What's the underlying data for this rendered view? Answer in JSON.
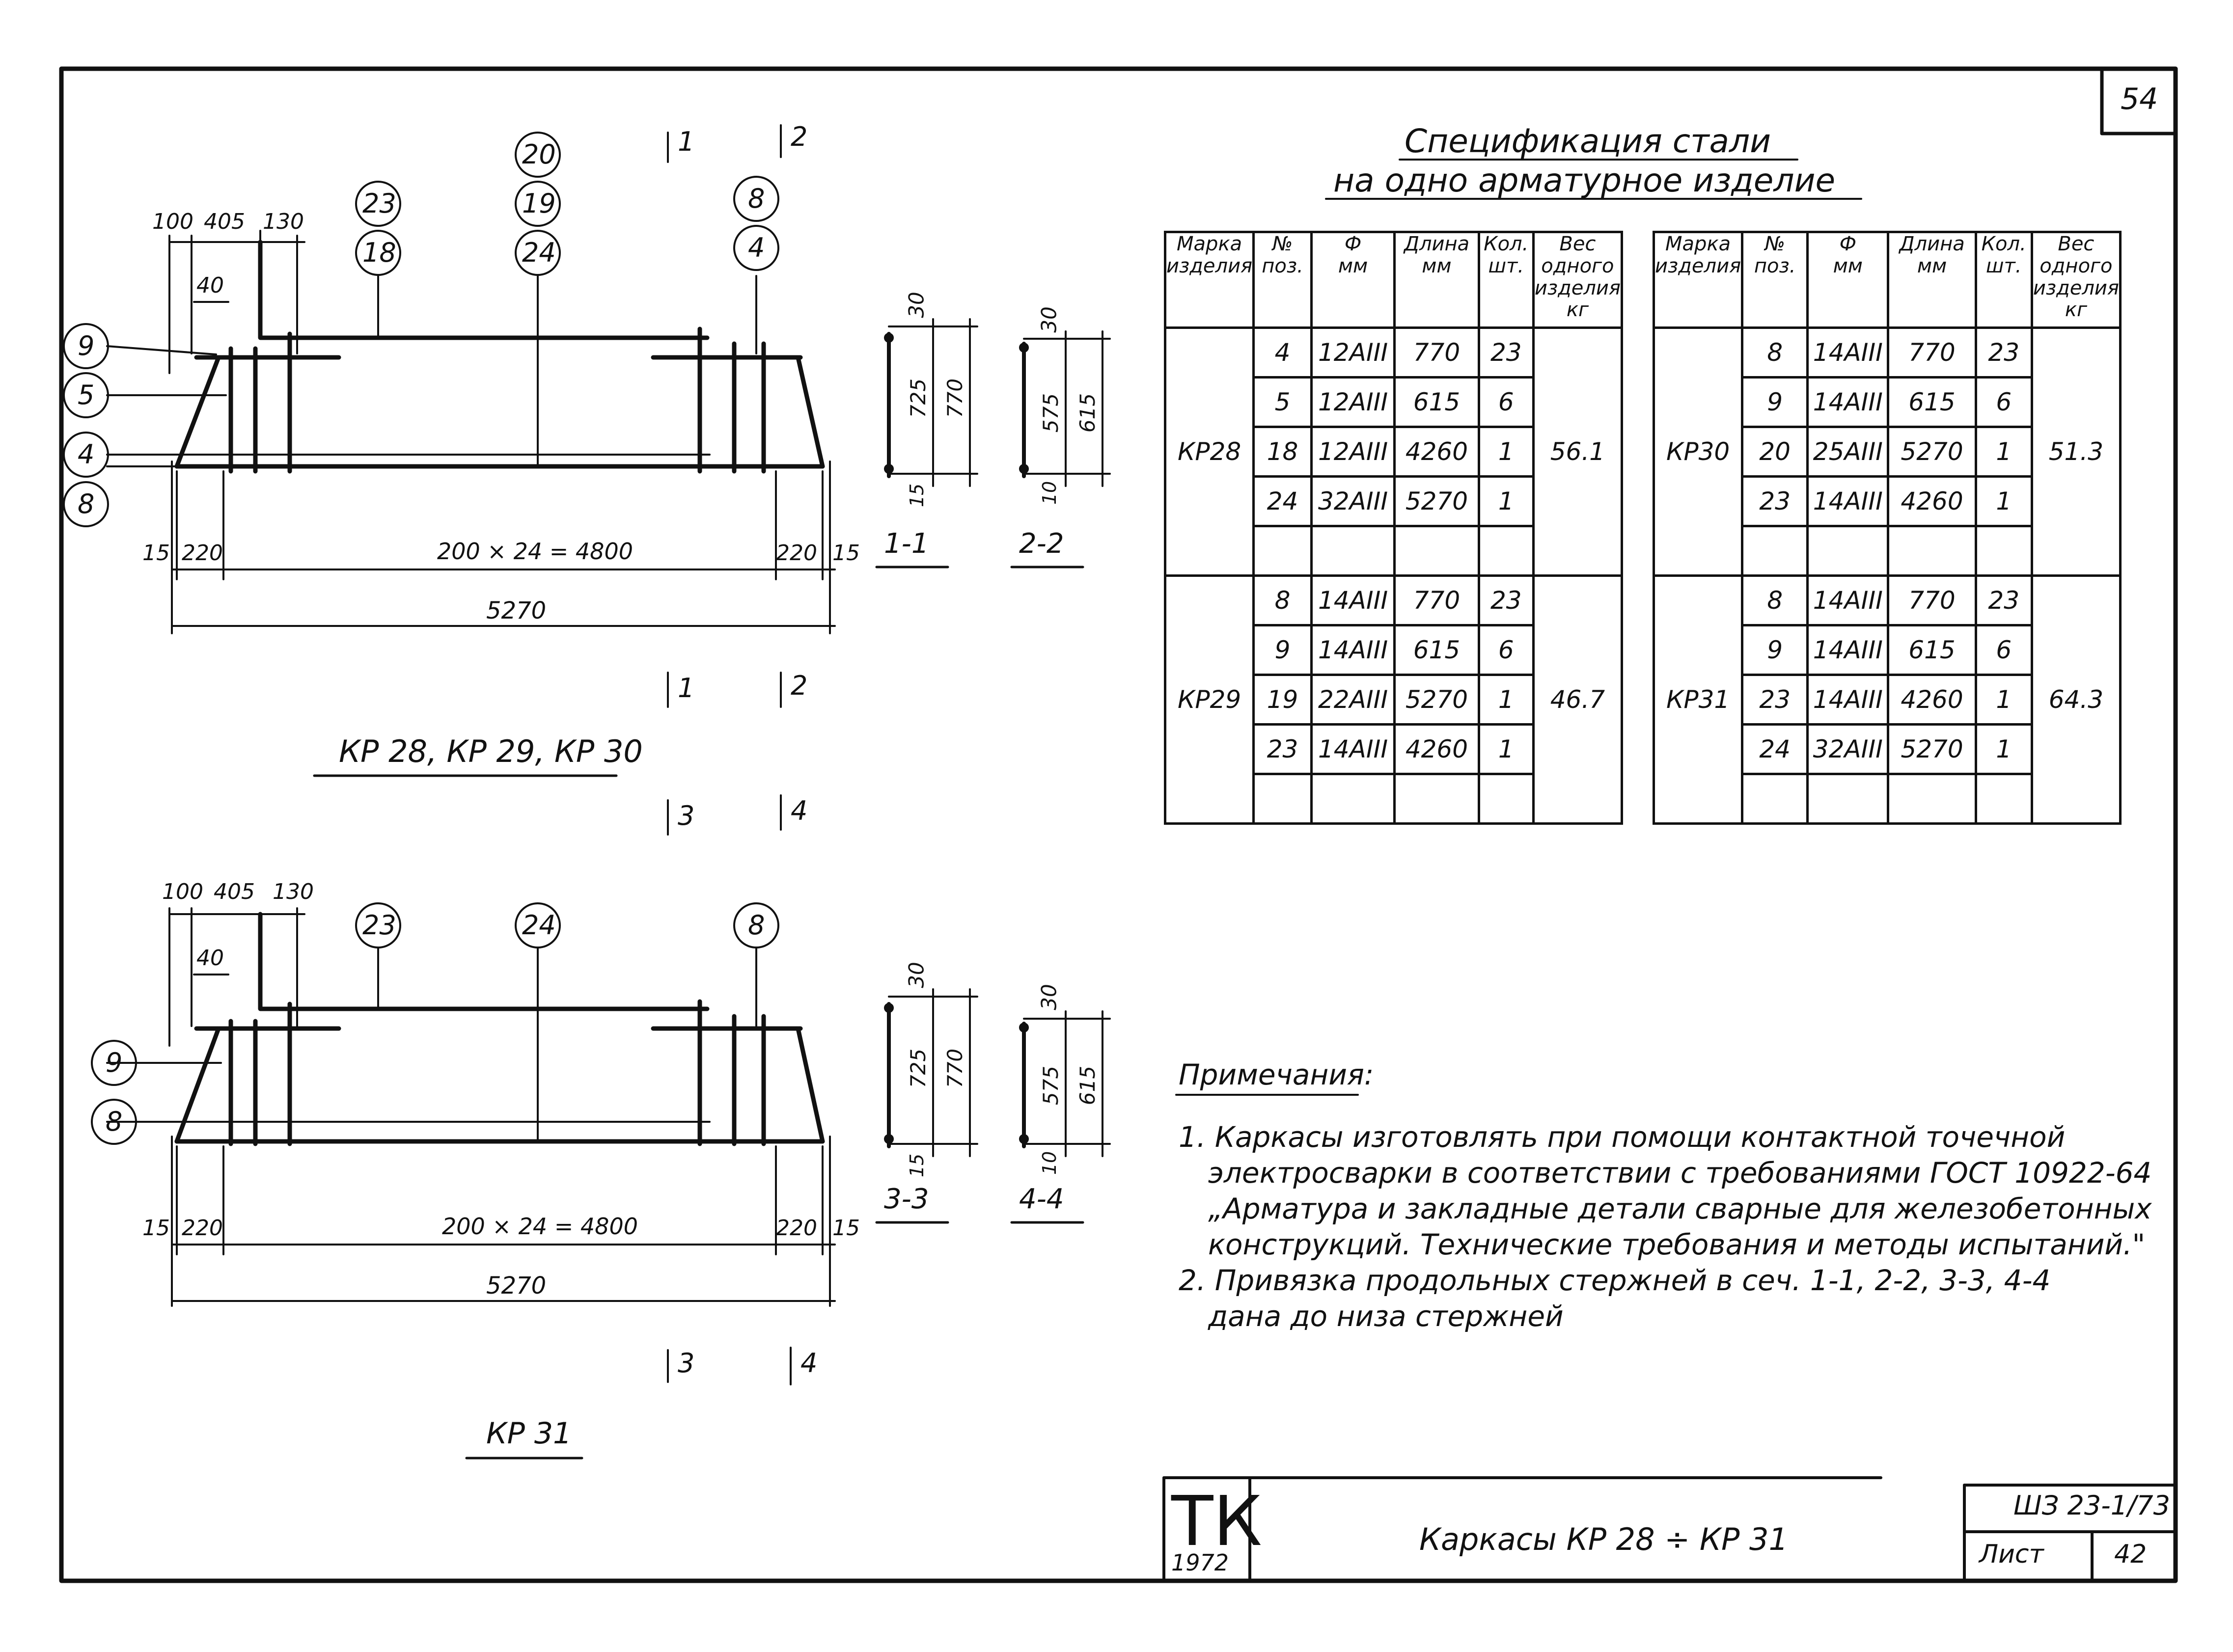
{
  "sheet_number": "54",
  "spec": {
    "title_line1": "Спецификация стали",
    "title_line2": "на одно арматурное изделие",
    "headers": [
      [
        "Марка",
        "изделия"
      ],
      [
        "№",
        "поз."
      ],
      [
        "Ф",
        "мм"
      ],
      [
        "Длина",
        "мм"
      ],
      [
        "Кол.",
        "шт."
      ],
      [
        "Вес",
        "одного",
        "изделия",
        "кг"
      ]
    ],
    "left_groups": [
      {
        "mark": "КР28",
        "weight": "56.1",
        "rows": [
          [
            "4",
            "12АIII",
            "770",
            "23"
          ],
          [
            "5",
            "12АIII",
            "615",
            "6"
          ],
          [
            "18",
            "12АIII",
            "4260",
            "1"
          ],
          [
            "24",
            "32АIII",
            "5270",
            "1"
          ],
          [
            "",
            "",
            "",
            ""
          ]
        ]
      },
      {
        "mark": "КР29",
        "weight": "46.7",
        "rows": [
          [
            "8",
            "14АIII",
            "770",
            "23"
          ],
          [
            "9",
            "14АIII",
            "615",
            "6"
          ],
          [
            "19",
            "22АIII",
            "5270",
            "1"
          ],
          [
            "23",
            "14АIII",
            "4260",
            "1"
          ],
          [
            "",
            "",
            "",
            ""
          ]
        ]
      }
    ],
    "right_groups": [
      {
        "mark": "КР30",
        "weight": "51.3",
        "rows": [
          [
            "8",
            "14АIII",
            "770",
            "23"
          ],
          [
            "9",
            "14АIII",
            "615",
            "6"
          ],
          [
            "20",
            "25АIII",
            "5270",
            "1"
          ],
          [
            "23",
            "14АIII",
            "4260",
            "1"
          ],
          [
            "",
            "",
            "",
            ""
          ]
        ]
      },
      {
        "mark": "КР31",
        "weight": "64.3",
        "rows": [
          [
            "8",
            "14АIII",
            "770",
            "23"
          ],
          [
            "9",
            "14АIII",
            "615",
            "6"
          ],
          [
            "23",
            "14АIII",
            "4260",
            "1"
          ],
          [
            "24",
            "32АIII",
            "5270",
            "1"
          ],
          [
            "",
            "",
            "",
            ""
          ]
        ]
      }
    ]
  },
  "drawing_top": {
    "caption": "КР 28, КР 29, КР 30",
    "dims_top": [
      "100",
      "405",
      "130",
      "40"
    ],
    "dims_bottom": [
      "15",
      "220",
      "200 × 24 = 4800",
      "220",
      "15"
    ],
    "overall": "5270",
    "callouts_left": [
      "9",
      "5",
      "4",
      "8"
    ],
    "callouts_top": [
      [
        "23",
        "18"
      ],
      [
        "20",
        "19",
        "24"
      ],
      [
        "8",
        "4"
      ]
    ],
    "cut_marks": [
      "1",
      "2",
      "1",
      "2"
    ]
  },
  "drawing_bottom": {
    "caption": "КР 31",
    "dims_top": [
      "100",
      "405",
      "130",
      "40"
    ],
    "dims_bottom": [
      "15",
      "220",
      "200 × 24 = 4800",
      "220",
      "15"
    ],
    "overall": "5270",
    "callouts_left": [
      "9",
      "8"
    ],
    "callouts_top": [
      "23",
      "24",
      "8"
    ],
    "cut_marks": [
      "3",
      "4",
      "3",
      "4"
    ]
  },
  "sections": [
    {
      "label": "1-1",
      "dims": [
        "30",
        "725",
        "770",
        "15"
      ]
    },
    {
      "label": "2-2",
      "dims": [
        "30",
        "575",
        "615",
        "10"
      ]
    },
    {
      "label": "3-3",
      "dims": [
        "30",
        "725",
        "770",
        "15"
      ]
    },
    {
      "label": "4-4",
      "dims": [
        "30",
        "575",
        "615",
        "10"
      ]
    }
  ],
  "notes": {
    "heading": "Примечания:",
    "lines": [
      "1. Каркасы изготовлять при помощи контактной точечной",
      "электросварки в соответствии с требованиями ГОСТ 10922-64",
      "„Арматура и закладные детали сварные для железобетонных",
      "конструкций. Технические требования и методы испытаний.\"",
      "2. Привязка продольных стержней в сеч. 1-1, 2-2, 3-3, 4-4",
      "дана до низа стержней"
    ]
  },
  "stamp": {
    "org": "ТК",
    "year": "1972",
    "title": "Каркасы КР 28 ÷ КР 31",
    "series": "ШЗ 23-1/73",
    "sheet_label": "Лист",
    "sheet_no": "42"
  },
  "colors": {
    "ink": "#111111",
    "paper": "#ffffff"
  }
}
